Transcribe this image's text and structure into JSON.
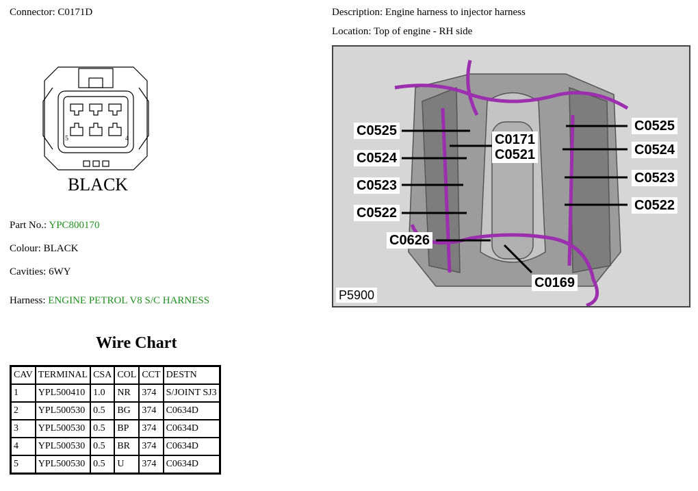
{
  "connector": {
    "label": "Connector:",
    "value": "C0171D"
  },
  "description": {
    "label": "Description:",
    "value": "Engine harness to injector harness"
  },
  "location": {
    "label": "Location:",
    "value": "Top of engine - RH side"
  },
  "drawing": {
    "colour_text": "BLACK",
    "pin_left": "5",
    "pin_right": "4"
  },
  "part_no": {
    "label": "Part No.:",
    "value": "YPC800170"
  },
  "colour": {
    "label": "Colour:",
    "value": "BLACK"
  },
  "cavities": {
    "label": "Cavities:",
    "value": "6WY"
  },
  "harness": {
    "label": "Harness:",
    "value": "ENGINE PETROL V8 S/C HARNESS"
  },
  "wire_chart": {
    "title": "Wire Chart",
    "headers": [
      "CAV",
      "TERMINAL",
      "CSA",
      "COL",
      "CCT",
      "DESTN"
    ],
    "rows": [
      [
        "1",
        "YPL500410",
        "1.0",
        "NR",
        "374",
        "S/JOINT SJ3"
      ],
      [
        "2",
        "YPL500530",
        "0.5",
        "BG",
        "374",
        "C0634D"
      ],
      [
        "3",
        "YPL500530",
        "0.5",
        "BP",
        "374",
        "C0634D"
      ],
      [
        "4",
        "YPL500530",
        "0.5",
        "BR",
        "374",
        "C0634D"
      ],
      [
        "5",
        "YPL500530",
        "0.5",
        "U",
        "374",
        "C0634D"
      ]
    ]
  },
  "photo": {
    "figure_id": "P5900",
    "callouts": [
      "C0525",
      "C0171",
      "C0521",
      "C0524",
      "C0523",
      "C0522",
      "C0626",
      "C0169",
      "C0525",
      "C0524",
      "C0523",
      "C0522"
    ]
  }
}
